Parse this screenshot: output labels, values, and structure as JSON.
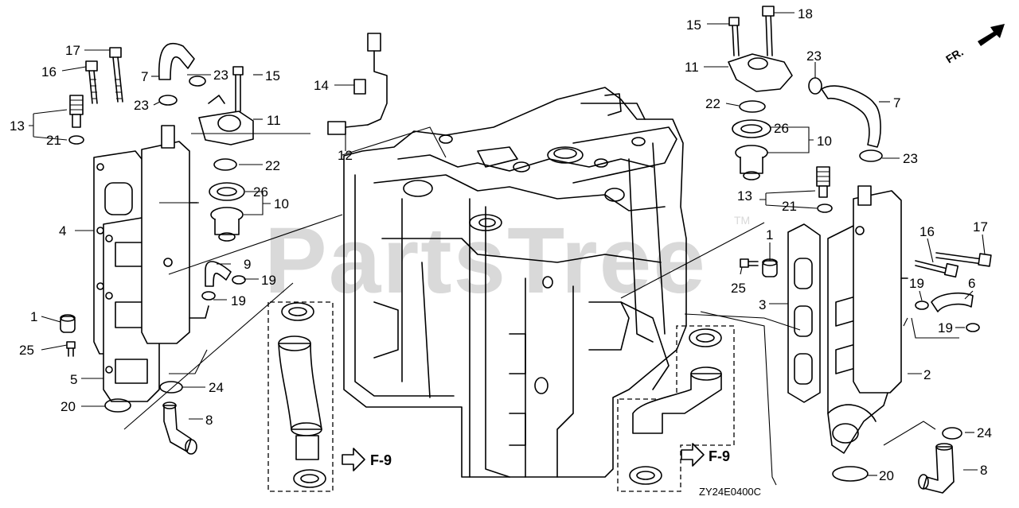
{
  "diagram": {
    "watermark": "PartsTree",
    "watermark_tm": "TM",
    "diagram_code": "ZY24E0400C",
    "front_arrow_label": "FR.",
    "references": [
      {
        "id": "f9-left",
        "label": "F-9"
      },
      {
        "id": "f9-right",
        "label": "F-9"
      }
    ],
    "callouts": [
      {
        "id": "c17a",
        "label": "17"
      },
      {
        "id": "c16a",
        "label": "16"
      },
      {
        "id": "c13a",
        "label": "13"
      },
      {
        "id": "c21a",
        "label": "21"
      },
      {
        "id": "c7a",
        "label": "7"
      },
      {
        "id": "c23a",
        "label": "23"
      },
      {
        "id": "c23b",
        "label": "23"
      },
      {
        "id": "c15a",
        "label": "15"
      },
      {
        "id": "c11a",
        "label": "11"
      },
      {
        "id": "c22a",
        "label": "22"
      },
      {
        "id": "c26a",
        "label": "26"
      },
      {
        "id": "c10a",
        "label": "10"
      },
      {
        "id": "c4",
        "label": "4"
      },
      {
        "id": "c9",
        "label": "9"
      },
      {
        "id": "c19a",
        "label": "19"
      },
      {
        "id": "c19b",
        "label": "19"
      },
      {
        "id": "c1a",
        "label": "1"
      },
      {
        "id": "c25a",
        "label": "25"
      },
      {
        "id": "c5",
        "label": "5"
      },
      {
        "id": "c24a",
        "label": "24"
      },
      {
        "id": "c20a",
        "label": "20"
      },
      {
        "id": "c8a",
        "label": "8"
      },
      {
        "id": "c14",
        "label": "14"
      },
      {
        "id": "c12",
        "label": "12"
      },
      {
        "id": "c15b",
        "label": "15"
      },
      {
        "id": "c18",
        "label": "18"
      },
      {
        "id": "c11b",
        "label": "11"
      },
      {
        "id": "c23c",
        "label": "23"
      },
      {
        "id": "c7b",
        "label": "7"
      },
      {
        "id": "c22b",
        "label": "22"
      },
      {
        "id": "c26b",
        "label": "26"
      },
      {
        "id": "c10b",
        "label": "10"
      },
      {
        "id": "c23d",
        "label": "23"
      },
      {
        "id": "c13b",
        "label": "13"
      },
      {
        "id": "c21b",
        "label": "21"
      },
      {
        "id": "c17b",
        "label": "17"
      },
      {
        "id": "c1b",
        "label": "1"
      },
      {
        "id": "c16b",
        "label": "16"
      },
      {
        "id": "c25b",
        "label": "25"
      },
      {
        "id": "c6",
        "label": "6"
      },
      {
        "id": "c3",
        "label": "3"
      },
      {
        "id": "c19c",
        "label": "19"
      },
      {
        "id": "c19d",
        "label": "19"
      },
      {
        "id": "c2",
        "label": "2"
      },
      {
        "id": "c24b",
        "label": "24"
      },
      {
        "id": "c20b",
        "label": "20"
      },
      {
        "id": "c8b",
        "label": "8"
      }
    ]
  }
}
